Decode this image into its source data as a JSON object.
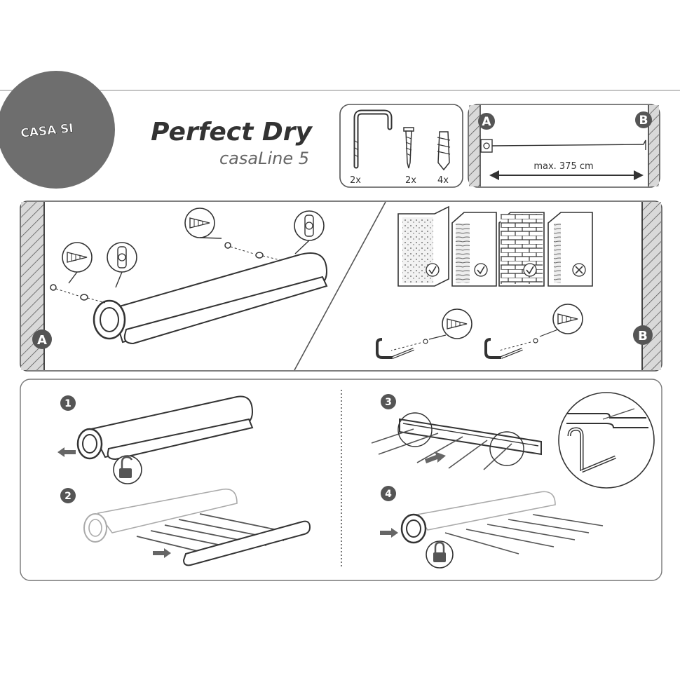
{
  "brand": {
    "logo_text": "CASA SI"
  },
  "title": {
    "product": "Perfect Dry",
    "model": "casaLine 5"
  },
  "parts": [
    {
      "icon": "hook-icon",
      "qty": "2x"
    },
    {
      "icon": "screw-icon",
      "qty": "2x"
    },
    {
      "icon": "wall-plug-icon",
      "qty": "4x"
    }
  ],
  "span": {
    "point_a": "A",
    "point_b": "B",
    "max_length": "max. 375 cm"
  },
  "wall_types": [
    {
      "kind": "concrete",
      "suitable": true
    },
    {
      "kind": "wood",
      "suitable": true
    },
    {
      "kind": "brick",
      "suitable": true
    },
    {
      "kind": "plasterboard",
      "suitable": false
    }
  ],
  "mounting": {
    "side_a": "A",
    "side_b": "B"
  },
  "steps": [
    {
      "number": "1",
      "action": "unlock-and-pull-ring"
    },
    {
      "number": "2",
      "action": "pull-out-lines"
    },
    {
      "number": "3",
      "action": "hook-lines"
    },
    {
      "number": "4",
      "action": "push-ring-and-lock"
    }
  ],
  "colors": {
    "line": "#3a3a3a",
    "light_line": "#9a9a9a",
    "logo_bg": "#6e6e6e",
    "panel_border": "#666666",
    "hatch_bg": "#d6d6d6"
  }
}
